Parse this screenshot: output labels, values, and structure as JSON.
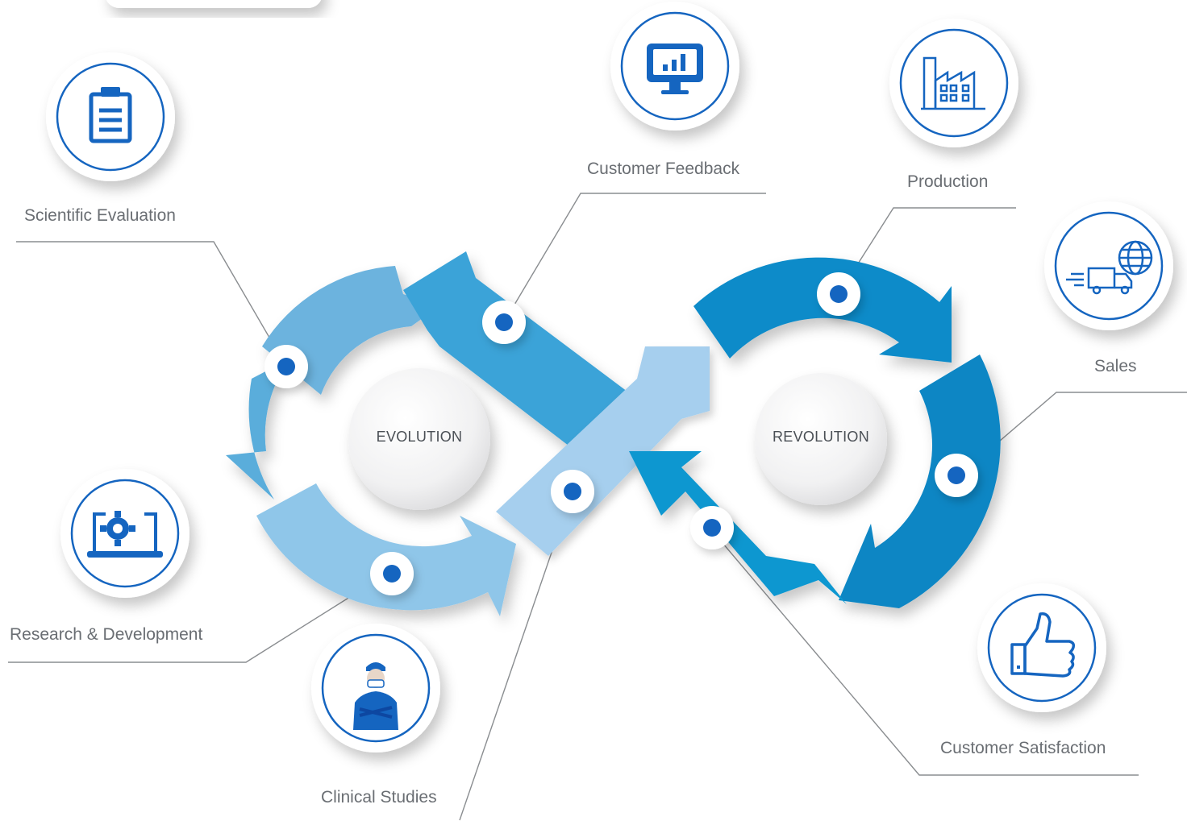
{
  "hubs": {
    "left": "EVOLUTION",
    "right": "REVOLUTION"
  },
  "stages": {
    "scientific_evaluation": {
      "label": "Scientific Evaluation",
      "icon": "clipboard-icon"
    },
    "customer_feedback": {
      "label": "Customer Feedback",
      "icon": "monitor-chart-icon"
    },
    "production": {
      "label": "Production",
      "icon": "factory-icon"
    },
    "sales": {
      "label": "Sales",
      "icon": "truck-globe-icon"
    },
    "research_development": {
      "label": "Research & Development",
      "icon": "laptop-gear-icon"
    },
    "clinical_studies": {
      "label": "Clinical Studies",
      "icon": "doctor-icon"
    },
    "customer_satisfaction": {
      "label": "Customer Satisfaction",
      "icon": "thumbs-up-icon"
    }
  },
  "colors": {
    "icon_blue": "#1565c0",
    "left_loop_light": "#8ec3e6",
    "left_loop_mid": "#5aaddb",
    "right_loop": "#0f8bc9",
    "right_loop_dark": "#0b7ab8",
    "label_gray": "#6a6e73",
    "leader_line": "#8a8d90"
  }
}
